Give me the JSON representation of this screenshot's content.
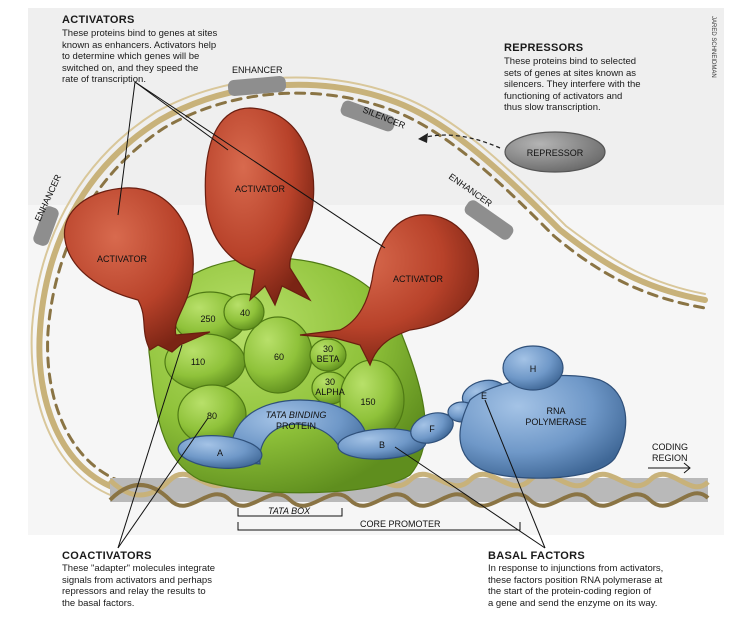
{
  "activators_box": {
    "heading": "ACTIVATORS",
    "lines": [
      "These proteins bind to genes at sites",
      "known as enhancers. Activators help",
      "to determine which genes will be",
      "switched on, and they speed the",
      "rate of transcription."
    ]
  },
  "repressors_box": {
    "heading": "REPRESSORS",
    "lines": [
      "These proteins bind to selected",
      "sets of genes at sites known as",
      "silencers. They interfere with the",
      "functioning of activators and",
      "thus slow transcription."
    ]
  },
  "coactivators_box": {
    "heading": "COACTIVATORS",
    "lines": [
      "These \"adapter\" molecules integrate",
      "signals from activators and perhaps",
      "repressors and relay the results to",
      "the basal factors."
    ]
  },
  "basal_box": {
    "heading": "BASAL FACTORS",
    "lines": [
      "In response to injunctions from activators,",
      "these factors position RNA polymerase at",
      "the start of the protein-coding region of",
      "a gene and send the enzyme on its way."
    ]
  },
  "credit": "JARED SCHNEIDMAN",
  "dna_labels": {
    "enhancer_top": "ENHANCER",
    "enhancer_left": "ENHANCER",
    "enhancer_right": "ENHANCER",
    "silencer": "SILENCER",
    "tata_box": "TATA BOX",
    "core_promoter": "CORE PROMOTER",
    "coding_region_1": "CODING",
    "coding_region_2": "REGION"
  },
  "proteins": {
    "repressor": "REPRESSOR",
    "activator_left": "ACTIVATOR",
    "activator_center": "ACTIVATOR",
    "activator_right": "ACTIVATOR",
    "tbp_1": "TATA BINDING",
    "tbp_2": "PROTEIN",
    "rna_pol_1": "RNA",
    "rna_pol_2": "POLYMERASE",
    "factor_a": "A",
    "factor_b": "B",
    "factor_e": "E",
    "factor_f": "F",
    "factor_h": "H"
  },
  "subunits": {
    "s250": "250",
    "s40": "40",
    "s110": "110",
    "s60": "60",
    "s30beta_1": "30",
    "s30beta_2": "BETA",
    "s30alpha_1": "30",
    "s30alpha_2": "ALPHA",
    "s150": "150",
    "s80": "80"
  },
  "colors": {
    "activator": "#b8422a",
    "coactivator": "#8fc23a",
    "basal": "#6f98c8",
    "repressor": "#8c8c8c",
    "dna": "#c8b27a"
  }
}
